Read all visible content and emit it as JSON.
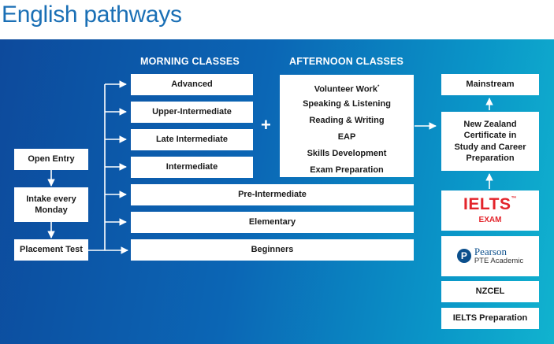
{
  "title": "English pathways",
  "headers": {
    "morning": "MORNING CLASSES",
    "afternoon": "AFTERNOON CLASSES",
    "plus": "+"
  },
  "entry": {
    "open_entry": "Open Entry",
    "intake_line1": "Intake every",
    "intake_line2": "Monday",
    "placement_test": "Placement Test"
  },
  "morning_classes": [
    "Advanced",
    "Upper-Intermediate",
    "Late Intermediate",
    "Intermediate",
    "Pre-Intermediate",
    "Elementary",
    "Beginners"
  ],
  "afternoon_classes": {
    "volunteer_work": "Volunteer Work",
    "volunteer_mark": "*",
    "items": [
      "Speaking & Listening",
      "Reading & Writing",
      "EAP",
      "Skills Development",
      "Exam Preparation"
    ]
  },
  "outcomes": {
    "mainstream": "Mainstream",
    "nz_certificate_lines": [
      "New Zealand",
      "Certificate in",
      "Study and Career",
      "Preparation"
    ],
    "ielts_logo": "IELTS",
    "ielts_tm": "™",
    "ielts_exam": "EXAM",
    "pearson_mark": "P",
    "pearson_name": "Pearson",
    "pearson_sub": "PTE Academic",
    "nzcel": "NZCEL",
    "ielts_preparation": "IELTS Preparation"
  },
  "colors": {
    "title": "#1a6fb5",
    "panel_start": "#0d4a9c",
    "panel_end": "#11b3cf",
    "ielts_red": "#e3242b",
    "pearson_blue": "#0b4f8c"
  }
}
